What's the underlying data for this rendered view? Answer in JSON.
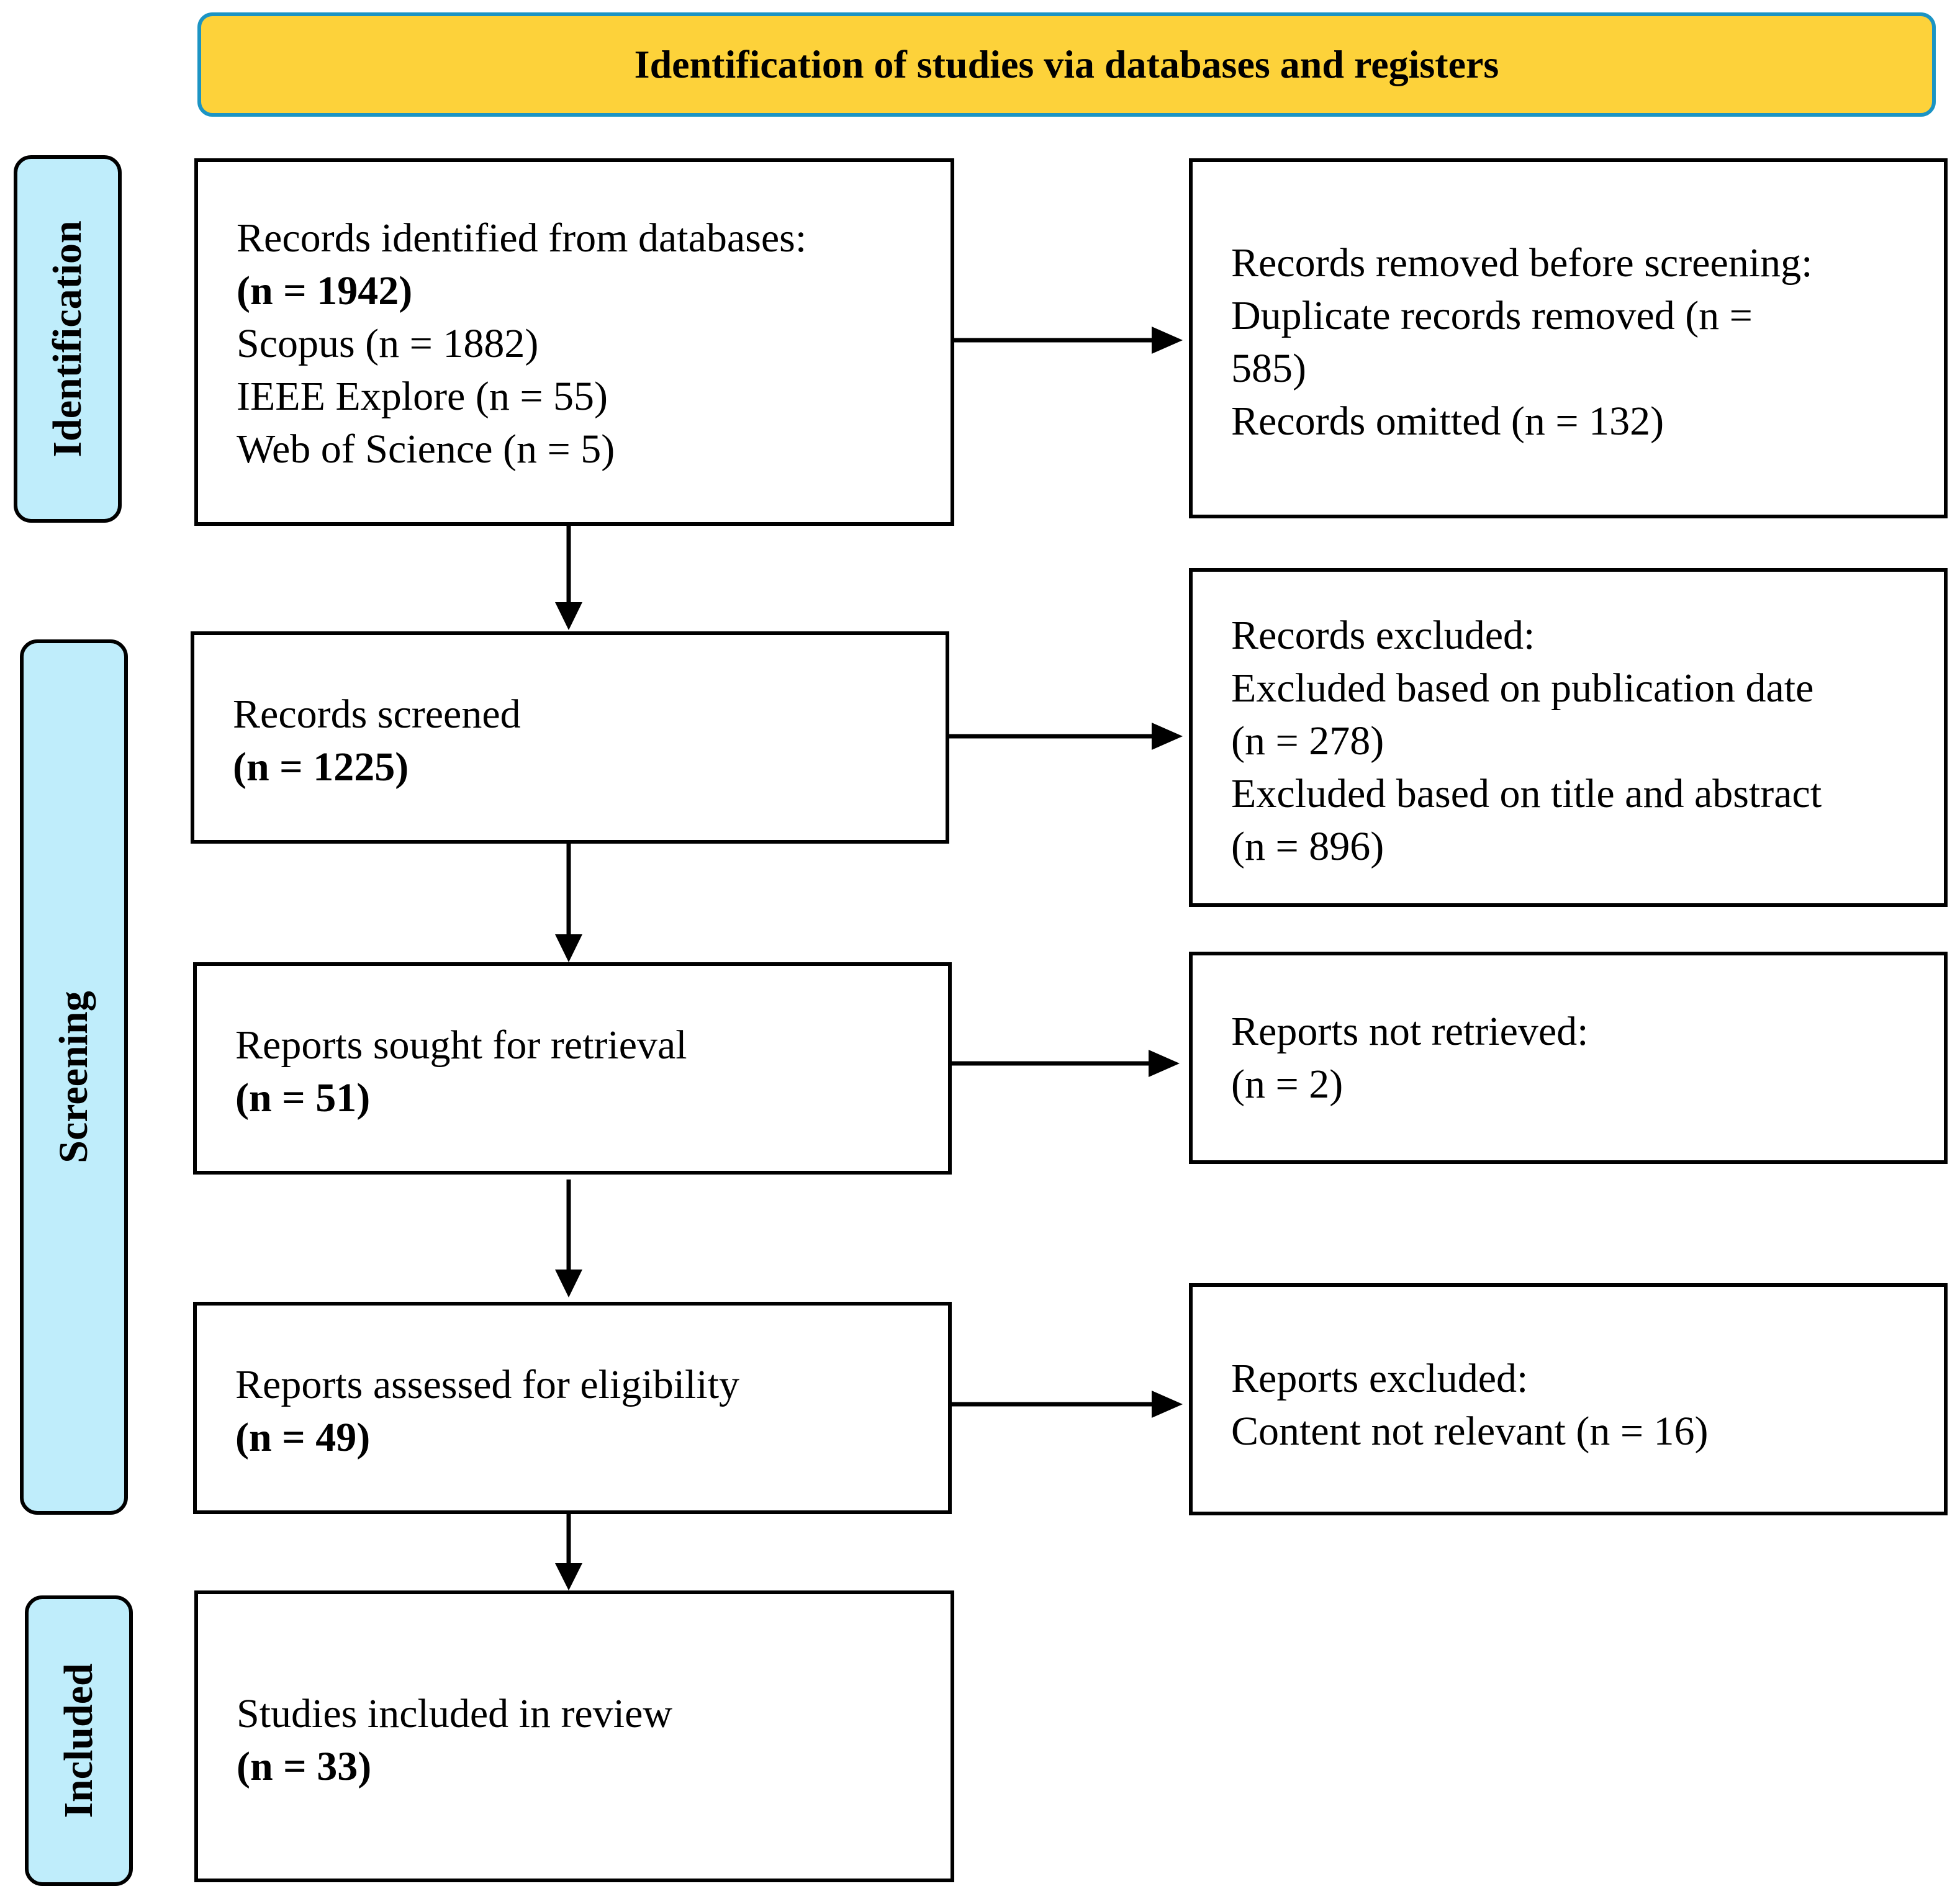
{
  "header": {
    "title": "Identification of studies via databases and registers"
  },
  "phases": {
    "identification": "Identification",
    "screening": "Screening",
    "included": "Included"
  },
  "boxes": {
    "records_identified": {
      "title": "Records identified from databases:",
      "total": "(n = 1942)",
      "sources": [
        "Scopus (n = 1882)",
        "IEEE Explore (n = 55)",
        "Web of Science (n = 5)"
      ]
    },
    "records_removed": {
      "lines": [
        "Records removed before screening:",
        "Duplicate records removed (n =",
        "585)",
        "Records omitted (n = 132)"
      ]
    },
    "records_screened": {
      "title": "Records screened",
      "total": "(n = 1225)"
    },
    "records_excluded": {
      "lines": [
        "Records excluded:",
        "Excluded based on publication date",
        "(n = 278)",
        "Excluded based on title and abstract",
        "(n = 896)"
      ]
    },
    "reports_sought": {
      "title": "Reports sought for retrieval",
      "total": "(n = 51)"
    },
    "reports_not_retrieved": {
      "lines": [
        "Reports not retrieved:",
        "(n = 2)"
      ]
    },
    "reports_assessed": {
      "title": "Reports assessed for eligibility",
      "total": "(n = 49)"
    },
    "reports_excluded": {
      "lines": [
        "Reports excluded:",
        "Content not relevant (n = 16)"
      ]
    },
    "studies_included": {
      "title": "Studies included in review",
      "total": "(n = 33)"
    }
  },
  "colors": {
    "header_fill": "#FDD23A",
    "header_border": "#1C94C4",
    "phase_fill": "#BFEDFB"
  }
}
